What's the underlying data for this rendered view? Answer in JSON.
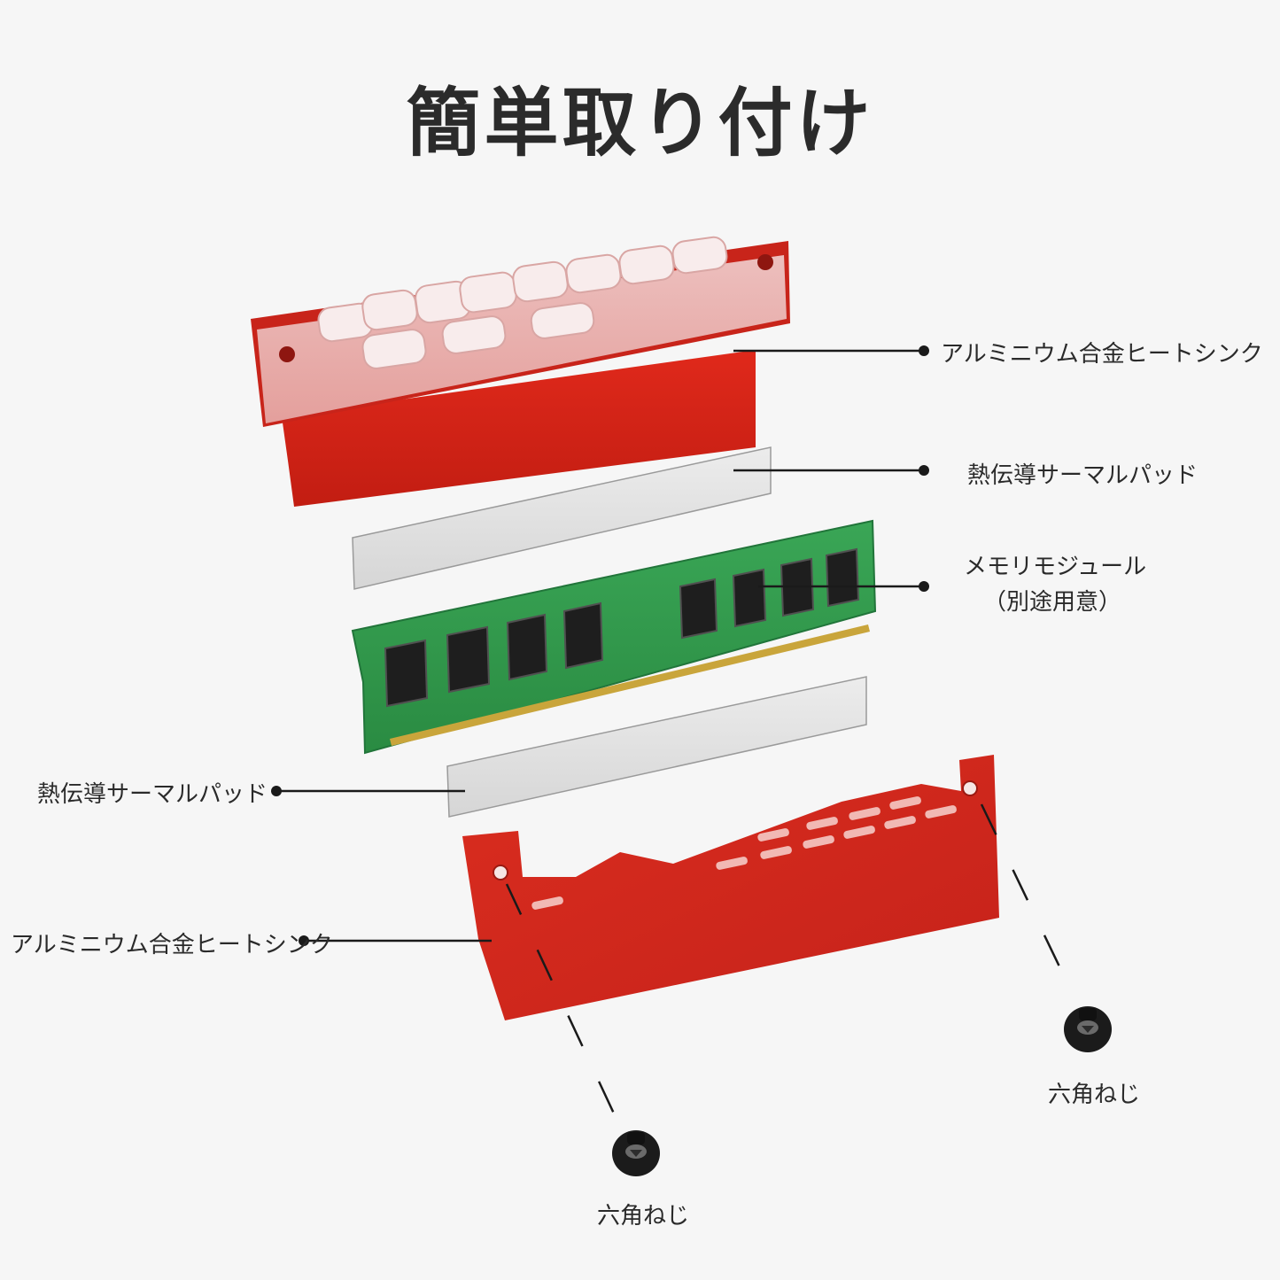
{
  "title": "簡単取り付け",
  "labels": {
    "top_heatsink": "アルミニウム合金ヒートシンク",
    "top_thermal_pad": "熱伝導サーマルパッド",
    "memory_module_line1": "メモリモジュール",
    "memory_module_line2": "（別途用意）",
    "bottom_thermal_pad": "熱伝導サーマルパッド",
    "bottom_heatsink": "アルミニウム合金ヒートシンク",
    "screw_right": "六角ねじ",
    "screw_bottom": "六角ねじ"
  },
  "colors": {
    "background": "#f6f6f6",
    "heatsink_red": "#cf2418",
    "heatsink_red_dark": "#b31c12",
    "pcb_green": "#2f9a4a",
    "chip_black": "#1e1e1e",
    "pad_gray": "#e2e2e2",
    "leader_line": "#1a1a1a"
  },
  "icons": [
    "hex-screw-icon",
    "bullet-dot-icon"
  ]
}
